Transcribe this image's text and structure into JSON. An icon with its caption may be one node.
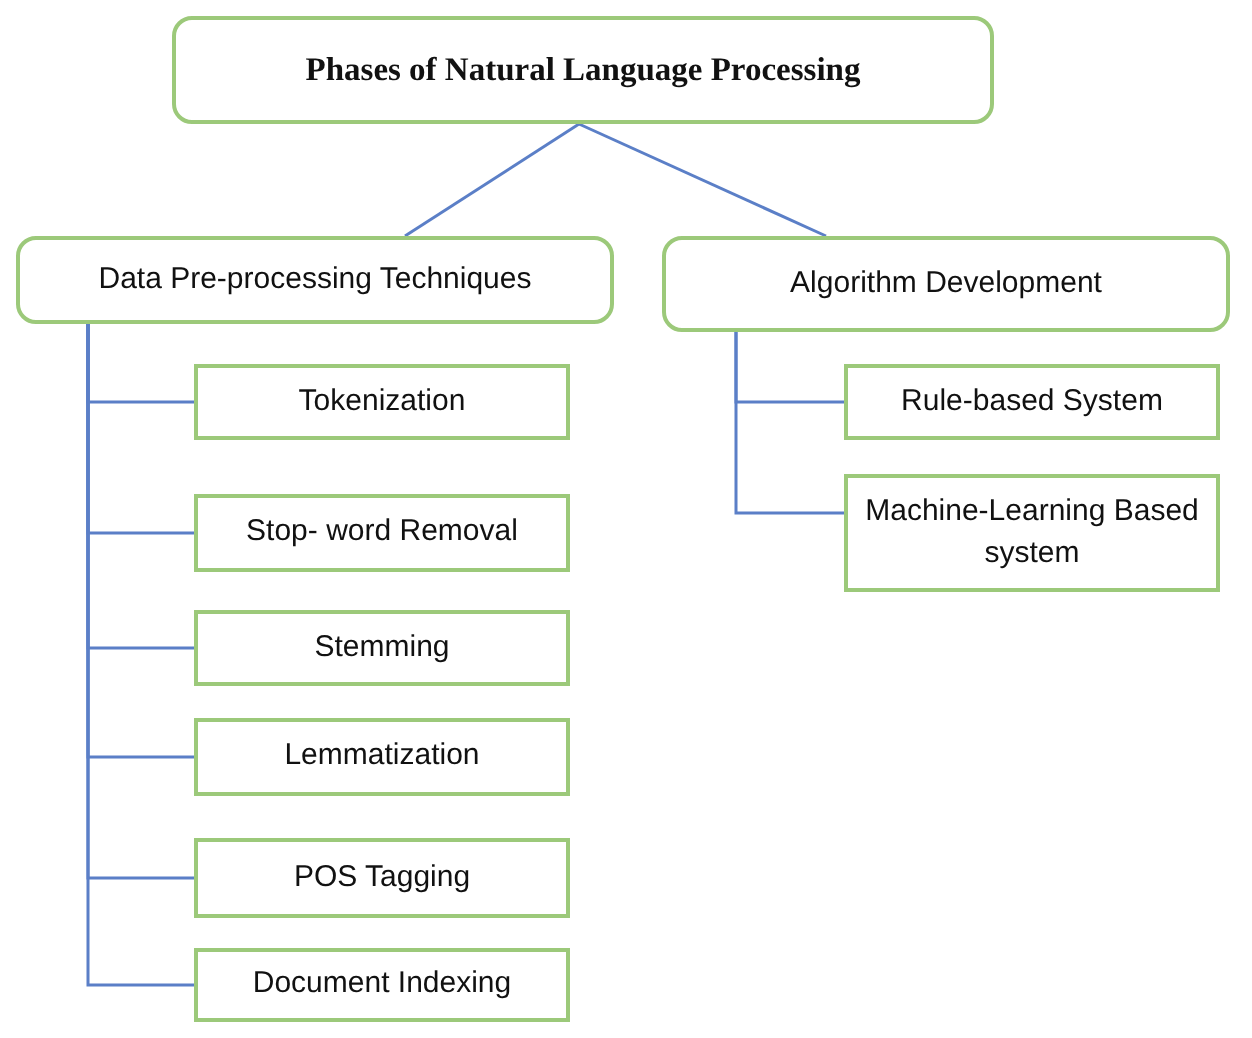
{
  "diagram": {
    "nodes": [
      {
        "text": [
          "Phases of Natural Language Processing"
        ]
      },
      {
        "text": [
          "Data Pre-processing Techniques"
        ]
      },
      {
        "text": [
          "Algorithm Development"
        ]
      },
      {
        "text": [
          "Tokenization"
        ]
      },
      {
        "text": [
          "Stop- word Removal"
        ]
      },
      {
        "text": [
          "Stemming"
        ]
      },
      {
        "text": [
          "Lemmatization"
        ]
      },
      {
        "text": [
          "POS Tagging"
        ]
      },
      {
        "text": [
          "Document Indexing"
        ]
      },
      {
        "text": [
          "Rule-based System"
        ]
      },
      {
        "text": [
          "Machine-Learning Based system"
        ]
      }
    ],
    "edges": [
      {
        "from": 0,
        "to": 1,
        "arrow": "none"
      },
      {
        "from": 0,
        "to": 2,
        "arrow": "none"
      },
      {
        "from": 1,
        "to": 3,
        "arrow": "none"
      },
      {
        "from": 1,
        "to": 4,
        "arrow": "none"
      },
      {
        "from": 1,
        "to": 5,
        "arrow": "none"
      },
      {
        "from": 1,
        "to": 6,
        "arrow": "none"
      },
      {
        "from": 1,
        "to": 7,
        "arrow": "none"
      },
      {
        "from": 1,
        "to": 8,
        "arrow": "none"
      },
      {
        "from": 2,
        "to": 9,
        "arrow": "none"
      },
      {
        "from": 2,
        "to": 10,
        "arrow": "none"
      }
    ]
  }
}
